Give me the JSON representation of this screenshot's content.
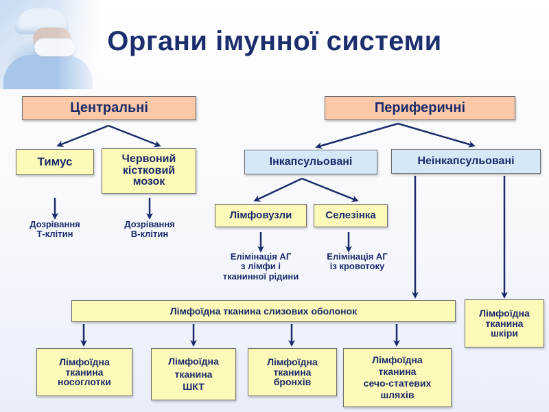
{
  "title": "Органи імунної системи",
  "headers": {
    "central": "Центральні",
    "peripheral": "Периферичні"
  },
  "central": {
    "thymus": "Тимус",
    "marrow": [
      "Червоний",
      "кістковий",
      "мозок"
    ],
    "thymus_note": [
      "Дозрівання",
      "Т-клітин"
    ],
    "marrow_note": [
      "Дозрівання",
      "В-клітин"
    ]
  },
  "peripheral": {
    "encapsulated": "Інкапсульовані",
    "nonencapsulated": "Неінкапсульовані",
    "lymph_nodes": "Лімфовузли",
    "spleen": "Селезінка",
    "nodes_note": [
      "Елімінація АГ",
      "з лімфи і",
      "тканинної рідини"
    ],
    "spleen_note": [
      "Елімінація АГ",
      "із кровотоку"
    ],
    "mucosa": "Лімфоїдна тканина слизових оболонок",
    "skin": [
      "Лімфоїдна",
      "тканина",
      "шкіри"
    ]
  },
  "bottom": [
    [
      "Лімфоїдна",
      "тканина",
      "носоглотки"
    ],
    [
      "Лімфоїдна",
      "тканина",
      "ШКТ"
    ],
    [
      "Лімфоїдна",
      "тканина",
      "бронхів"
    ],
    [
      "Лімфоїдна",
      "тканина",
      "сечо-статевих",
      "шляхів"
    ]
  ],
  "colors": {
    "header_fill": "#fbc9a8",
    "box_fill": "#fdf9b8",
    "blue_box_fill": "#d6e8f8",
    "text": "#1a2a6a",
    "arrow": "#1a2a6a"
  }
}
